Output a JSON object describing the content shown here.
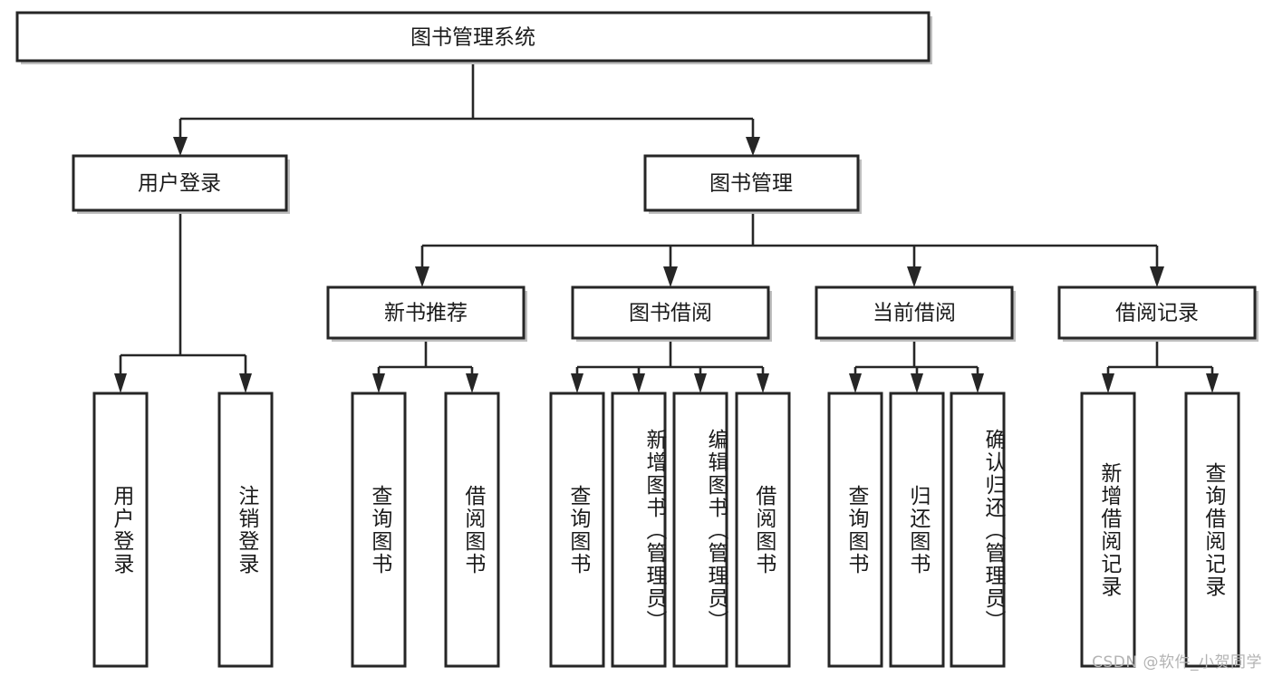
{
  "diagram": {
    "type": "tree",
    "title": "图书管理系统",
    "watermark": "CSDN @软件_小贺同学",
    "colors": {
      "box_border": "#262626",
      "box_fill": "#ffffff",
      "connector": "#262626",
      "text": "#1a1a1a",
      "watermark": "#b3b3b3",
      "background": "#ffffff"
    },
    "nodes": {
      "root": {
        "label": "图书管理系统",
        "level": 0,
        "orientation": "horizontal"
      },
      "n_user_login": {
        "label": "用户登录",
        "level": 1,
        "orientation": "horizontal"
      },
      "n_book_manage": {
        "label": "图书管理",
        "level": 1,
        "orientation": "horizontal"
      },
      "n_new_book_rec": {
        "label": "新书推荐",
        "level": 2,
        "orientation": "horizontal"
      },
      "n_book_borrow": {
        "label": "图书借阅",
        "level": 2,
        "orientation": "horizontal"
      },
      "n_current_borrow": {
        "label": "当前借阅",
        "level": 2,
        "orientation": "horizontal"
      },
      "n_borrow_record": {
        "label": "借阅记录",
        "level": 2,
        "orientation": "horizontal"
      },
      "l_user_login": {
        "label": "用户登录",
        "level": 3,
        "orientation": "vertical"
      },
      "l_logout": {
        "label": "注销登录",
        "level": 3,
        "orientation": "vertical"
      },
      "l_query_book_1": {
        "label": "查询图书",
        "level": 3,
        "orientation": "vertical"
      },
      "l_borrow_book_1": {
        "label": "借阅图书",
        "level": 3,
        "orientation": "vertical"
      },
      "l_query_book_2": {
        "label": "查询图书",
        "level": 3,
        "orientation": "vertical"
      },
      "l_add_book": {
        "label": "新增图书（管理员）",
        "level": 3,
        "orientation": "vertical"
      },
      "l_edit_book": {
        "label": "编辑图书（管理员）",
        "level": 3,
        "orientation": "vertical"
      },
      "l_borrow_book_2": {
        "label": "借阅图书",
        "level": 3,
        "orientation": "vertical"
      },
      "l_query_book_3": {
        "label": "查询图书",
        "level": 3,
        "orientation": "vertical"
      },
      "l_return_book": {
        "label": "归还图书",
        "level": 3,
        "orientation": "vertical"
      },
      "l_confirm_return": {
        "label": "确认归还（管理员）",
        "level": 3,
        "orientation": "vertical"
      },
      "l_add_record": {
        "label": "新增借阅记录",
        "level": 3,
        "orientation": "vertical"
      },
      "l_query_record": {
        "label": "查询借阅记录",
        "level": 3,
        "orientation": "vertical"
      }
    },
    "edges": [
      {
        "from": "root",
        "to": "n_user_login"
      },
      {
        "from": "root",
        "to": "n_book_manage"
      },
      {
        "from": "n_user_login",
        "to": "l_user_login"
      },
      {
        "from": "n_user_login",
        "to": "l_logout"
      },
      {
        "from": "n_book_manage",
        "to": "n_new_book_rec"
      },
      {
        "from": "n_book_manage",
        "to": "n_book_borrow"
      },
      {
        "from": "n_book_manage",
        "to": "n_current_borrow"
      },
      {
        "from": "n_book_manage",
        "to": "n_borrow_record"
      },
      {
        "from": "n_new_book_rec",
        "to": "l_query_book_1"
      },
      {
        "from": "n_new_book_rec",
        "to": "l_borrow_book_1"
      },
      {
        "from": "n_book_borrow",
        "to": "l_query_book_2"
      },
      {
        "from": "n_book_borrow",
        "to": "l_add_book"
      },
      {
        "from": "n_book_borrow",
        "to": "l_edit_book"
      },
      {
        "from": "n_book_borrow",
        "to": "l_borrow_book_2"
      },
      {
        "from": "n_current_borrow",
        "to": "l_query_book_3"
      },
      {
        "from": "n_current_borrow",
        "to": "l_return_book"
      },
      {
        "from": "n_current_borrow",
        "to": "l_confirm_return"
      },
      {
        "from": "n_borrow_record",
        "to": "l_add_record"
      },
      {
        "from": "n_borrow_record",
        "to": "l_query_record"
      }
    ]
  }
}
